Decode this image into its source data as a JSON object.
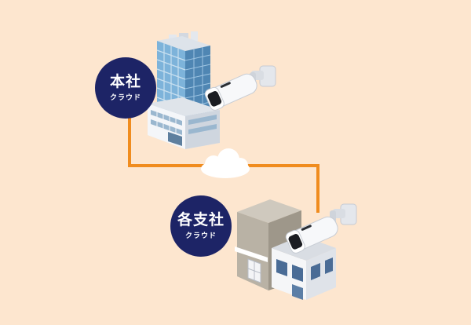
{
  "headquarters": {
    "label": "本社",
    "sublabel": "クラウド"
  },
  "branch": {
    "label": "各支社",
    "sublabel": "クラウド"
  },
  "colors": {
    "background": "#fde6cf",
    "badge": "#1d2466",
    "connection_line": "#f08c1e",
    "cloud": "#ffffff",
    "building_glass": "#6fa6d0",
    "office_wall": "#f1f3f6",
    "warehouse_wall": "#b1ab9f"
  },
  "icons": [
    "office-tower-icon",
    "security-camera-icon",
    "cloud-icon",
    "branch-building-icon"
  ]
}
